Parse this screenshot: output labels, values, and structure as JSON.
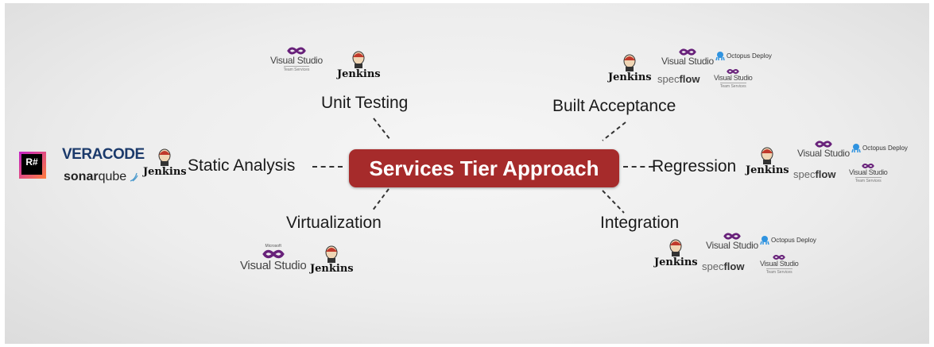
{
  "center": {
    "title": "Services Tier Approach"
  },
  "branches": {
    "unit_testing": "Unit Testing",
    "built_acceptance": "Built Acceptance",
    "static_analysis": "Static Analysis",
    "regression": "Regression",
    "virtualization": "Virtualization",
    "integration": "Integration"
  },
  "logos": {
    "jenkins": "Jenkins",
    "visual_studio": "Visual Studio",
    "vs_microsoft": "Microsoft",
    "vs_team_services": "Team Services",
    "octopus_deploy": "Octopus Deploy",
    "specflow_a": "spec",
    "specflow_b": "flow",
    "veracode": "VERACODE",
    "sonarqube_a": "sonar",
    "sonarqube_b": "qube",
    "resharper": "R#"
  },
  "colors": {
    "center_box": "#a62b2b",
    "visual_studio": "#68217a",
    "octopus": "#2f93e0",
    "veracode": "#1b3a6b"
  },
  "icons": [
    "jenkins-butler-icon",
    "visual-studio-infinity-icon",
    "octopus-icon",
    "resharper-icon",
    "sonarqube-waves-icon"
  ]
}
